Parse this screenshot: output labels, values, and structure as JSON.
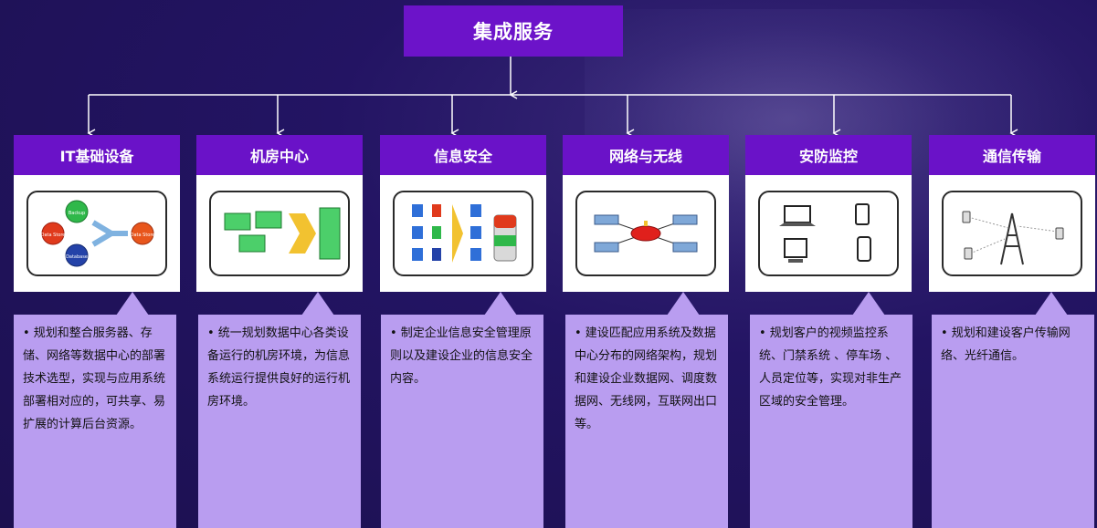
{
  "title": "集成服务",
  "columns": [
    {
      "heading": "IT基础设备",
      "icon": "it-infrastructure-icon",
      "description": "• 规划和整合服务器、存储、网络等数据中心的部署技术选型，实现与应用系统部署相对应的，可共享、易扩展的计算后台资源。",
      "graphic_labels": [
        "Backup",
        "Data Store",
        "Database",
        "Data Store"
      ]
    },
    {
      "heading": "机房中心",
      "icon": "datacenter-icon",
      "description": "• 统一规划数据中心各类设备运行的机房环境，为信息系统运行提供良好的运行机房环境。"
    },
    {
      "heading": "信息安全",
      "icon": "security-icon",
      "description": "• 制定企业信息安全管理原则以及建设企业的信息安全内容。"
    },
    {
      "heading": "网络与无线",
      "icon": "network-icon",
      "description": "• 建设匹配应用系统及数据中心分布的网络架构，规划和建设企业数据网、调度数据网、无线网，互联网出口等。"
    },
    {
      "heading": "安防监控",
      "icon": "surveillance-icon",
      "description": "• 规划客户的视频监控系统、门禁系统 、停车场 、人员定位等，实现对非生产区域的安全管理。"
    },
    {
      "heading": "通信传输",
      "icon": "telecom-icon",
      "description": "• 规划和建设客户传输网络、光纤通信。"
    }
  ],
  "colors": {
    "header": "#6a12c8",
    "callout": "#b99df0",
    "background": "#231463"
  }
}
